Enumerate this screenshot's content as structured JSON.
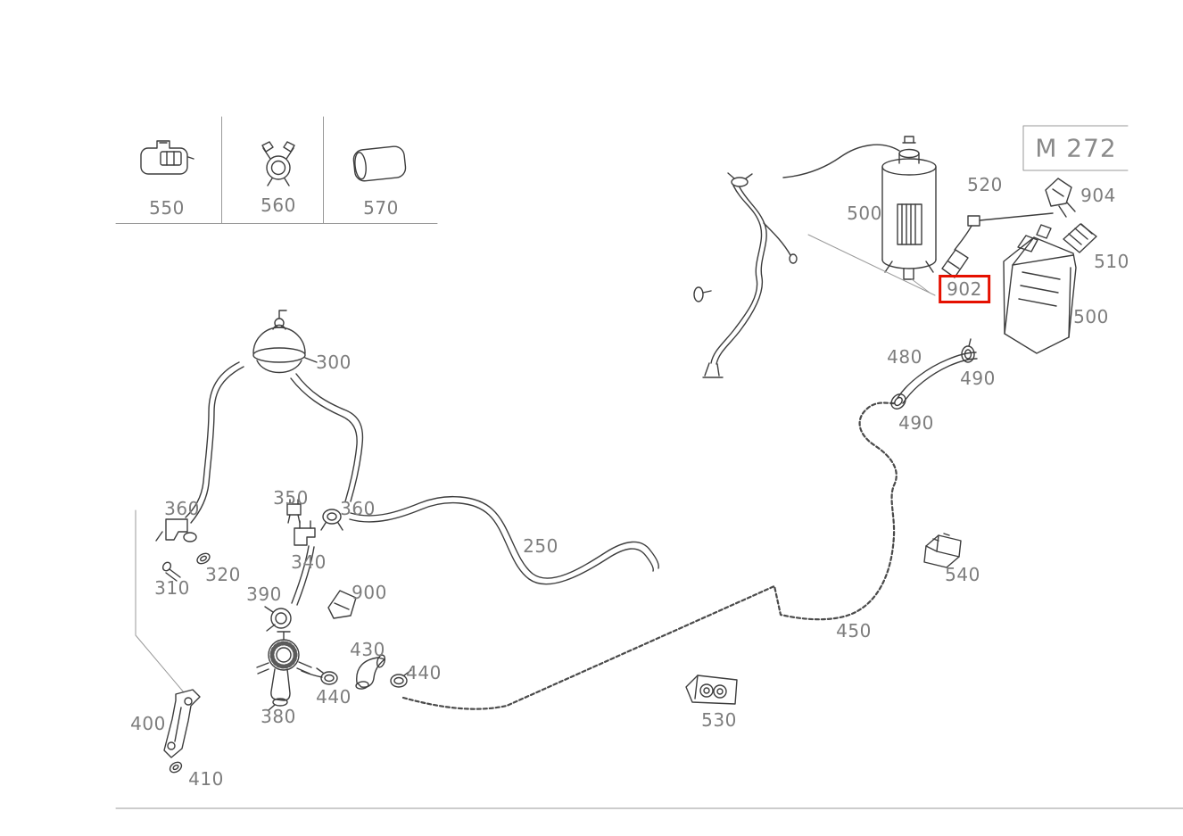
{
  "diagram": {
    "model_code": "M 272",
    "highlighted_part": "902",
    "colors": {
      "line": "#3d3d3d",
      "label_text": "#7d7d7d",
      "highlight_box": "#e51000",
      "grid_line": "#9a9a9a"
    }
  },
  "parts": {
    "p550": "550",
    "p560": "560",
    "p570": "570",
    "p500_left": "500",
    "p520": "520",
    "p904": "904",
    "p510": "510",
    "p902": "902",
    "p500_right": "500",
    "p300": "300",
    "p480": "480",
    "p490_upper": "490",
    "p490_lower": "490",
    "p360_left": "360",
    "p350": "350",
    "p360_right": "360",
    "p250": "250",
    "p340": "340",
    "p320": "320",
    "p310": "310",
    "p390": "390",
    "p900": "900",
    "p540": "540",
    "p430": "430",
    "p450": "450",
    "p440_right": "440",
    "p440_left": "440",
    "p380": "380",
    "p400": "400",
    "p530": "530",
    "p410": "410"
  }
}
